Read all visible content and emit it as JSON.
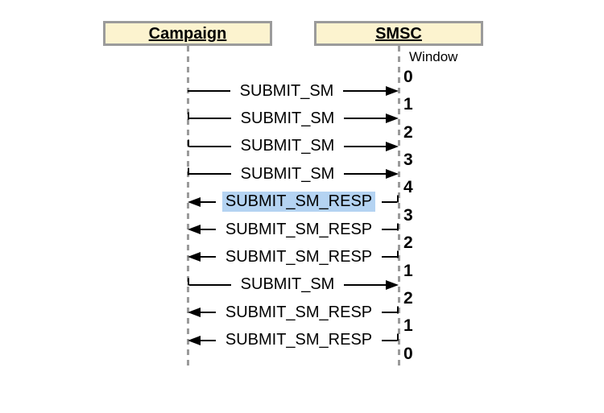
{
  "actors": [
    {
      "name": "Campaign"
    },
    {
      "name": "SMSC"
    }
  ],
  "window_label": "Window",
  "window_values": [
    "0",
    "1",
    "2",
    "3",
    "4",
    "3",
    "2",
    "1",
    "2",
    "1",
    "0"
  ],
  "messages": [
    {
      "label": "SUBMIT_SM",
      "direction": "right",
      "highlight": false
    },
    {
      "label": "SUBMIT_SM",
      "direction": "right",
      "highlight": false
    },
    {
      "label": "SUBMIT_SM",
      "direction": "right",
      "highlight": false
    },
    {
      "label": "SUBMIT_SM",
      "direction": "right",
      "highlight": false
    },
    {
      "label": "SUBMIT_SM_RESP",
      "direction": "left",
      "highlight": true
    },
    {
      "label": "SUBMIT_SM_RESP",
      "direction": "left",
      "highlight": false
    },
    {
      "label": "SUBMIT_SM_RESP",
      "direction": "left",
      "highlight": false
    },
    {
      "label": "SUBMIT_SM",
      "direction": "right",
      "highlight": false
    },
    {
      "label": "SUBMIT_SM_RESP",
      "direction": "left",
      "highlight": false
    },
    {
      "label": "SUBMIT_SM_RESP",
      "direction": "left",
      "highlight": false
    }
  ],
  "colors": {
    "actor_fill": "#FCF3CF",
    "actor_border": "#9B9B9B",
    "lifeline": "#9B9B9B",
    "arrow": "#000000",
    "highlight": "#B4D3F2",
    "text": "#000000",
    "background": "#FFFFFF"
  }
}
